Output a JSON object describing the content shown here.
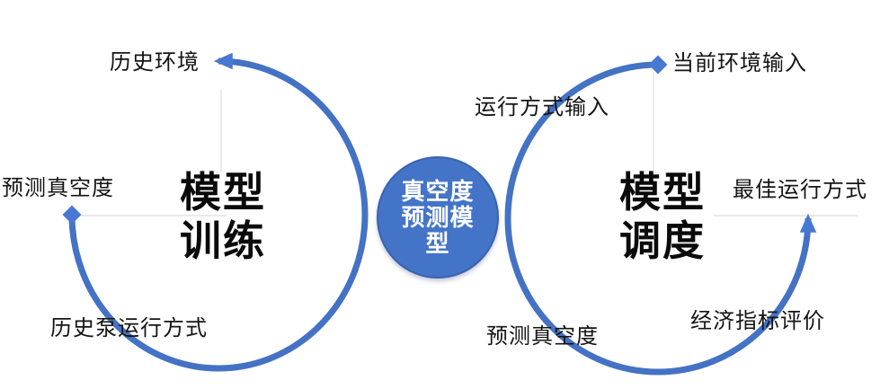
{
  "diagram": {
    "center_node": {
      "label": "真空度预测模型"
    },
    "left_cycle": {
      "title": "模型训练",
      "labels": {
        "top": "历史环境",
        "left": "预测真空度",
        "bottom": "历史泵运行方式"
      }
    },
    "right_cycle": {
      "title": "模型调度",
      "labels": {
        "top_left": "运行方式输入",
        "top_right": "当前环境输入",
        "right": "最佳运行方式",
        "bottom_right": "经济指标评价",
        "bottom_left": "预测真空度"
      }
    },
    "colors": {
      "arc": "#4472C4",
      "marker": "#4878D2",
      "node_fill": "#4474C8",
      "node_border": "#3A62AE",
      "node_text": "#FFFFFF",
      "label_text": "#141414",
      "leader_line": "#DEDEDE"
    }
  }
}
